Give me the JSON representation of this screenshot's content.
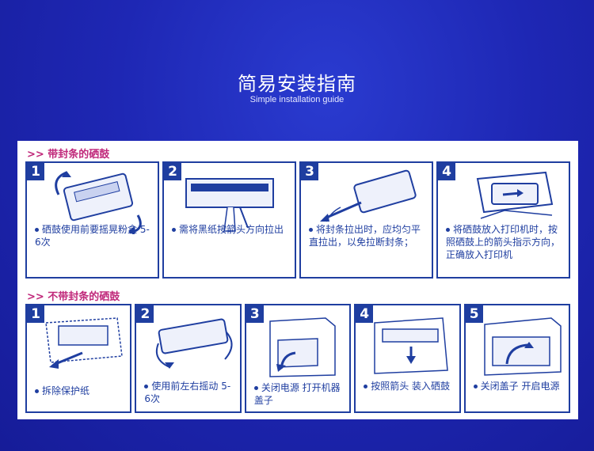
{
  "header": {
    "title": "简易安装指南",
    "subtitle": "Simple installation guide"
  },
  "sealed": {
    "heading": ">> 带封条的硒鼓",
    "steps": [
      {
        "num": "1",
        "text": "硒鼓使用前要摇晃粉盒 5-6次"
      },
      {
        "num": "2",
        "text": "需将黑纸按箭头方向拉出"
      },
      {
        "num": "3",
        "text": "将封条拉出时，应均匀平直拉出，以免拉断封条；"
      },
      {
        "num": "4",
        "text": "将硒鼓放入打印机时，按照硒鼓上的箭头指示方向，正确放入打印机"
      }
    ]
  },
  "unsealed": {
    "heading": ">> 不带封条的硒鼓",
    "steps": [
      {
        "num": "1",
        "text": "拆除保护纸"
      },
      {
        "num": "2",
        "text": "使用前左右摇动 5-6次"
      },
      {
        "num": "3",
        "text": "关闭电源 打开机器盖子"
      },
      {
        "num": "4",
        "text": "按照箭头 装入硒鼓"
      },
      {
        "num": "5",
        "text": "关闭盖子 开启电源"
      }
    ]
  },
  "colors": {
    "background": "#1e27b4",
    "accent_blue": "#1f3ea0",
    "heading_pink": "#c0287a"
  }
}
